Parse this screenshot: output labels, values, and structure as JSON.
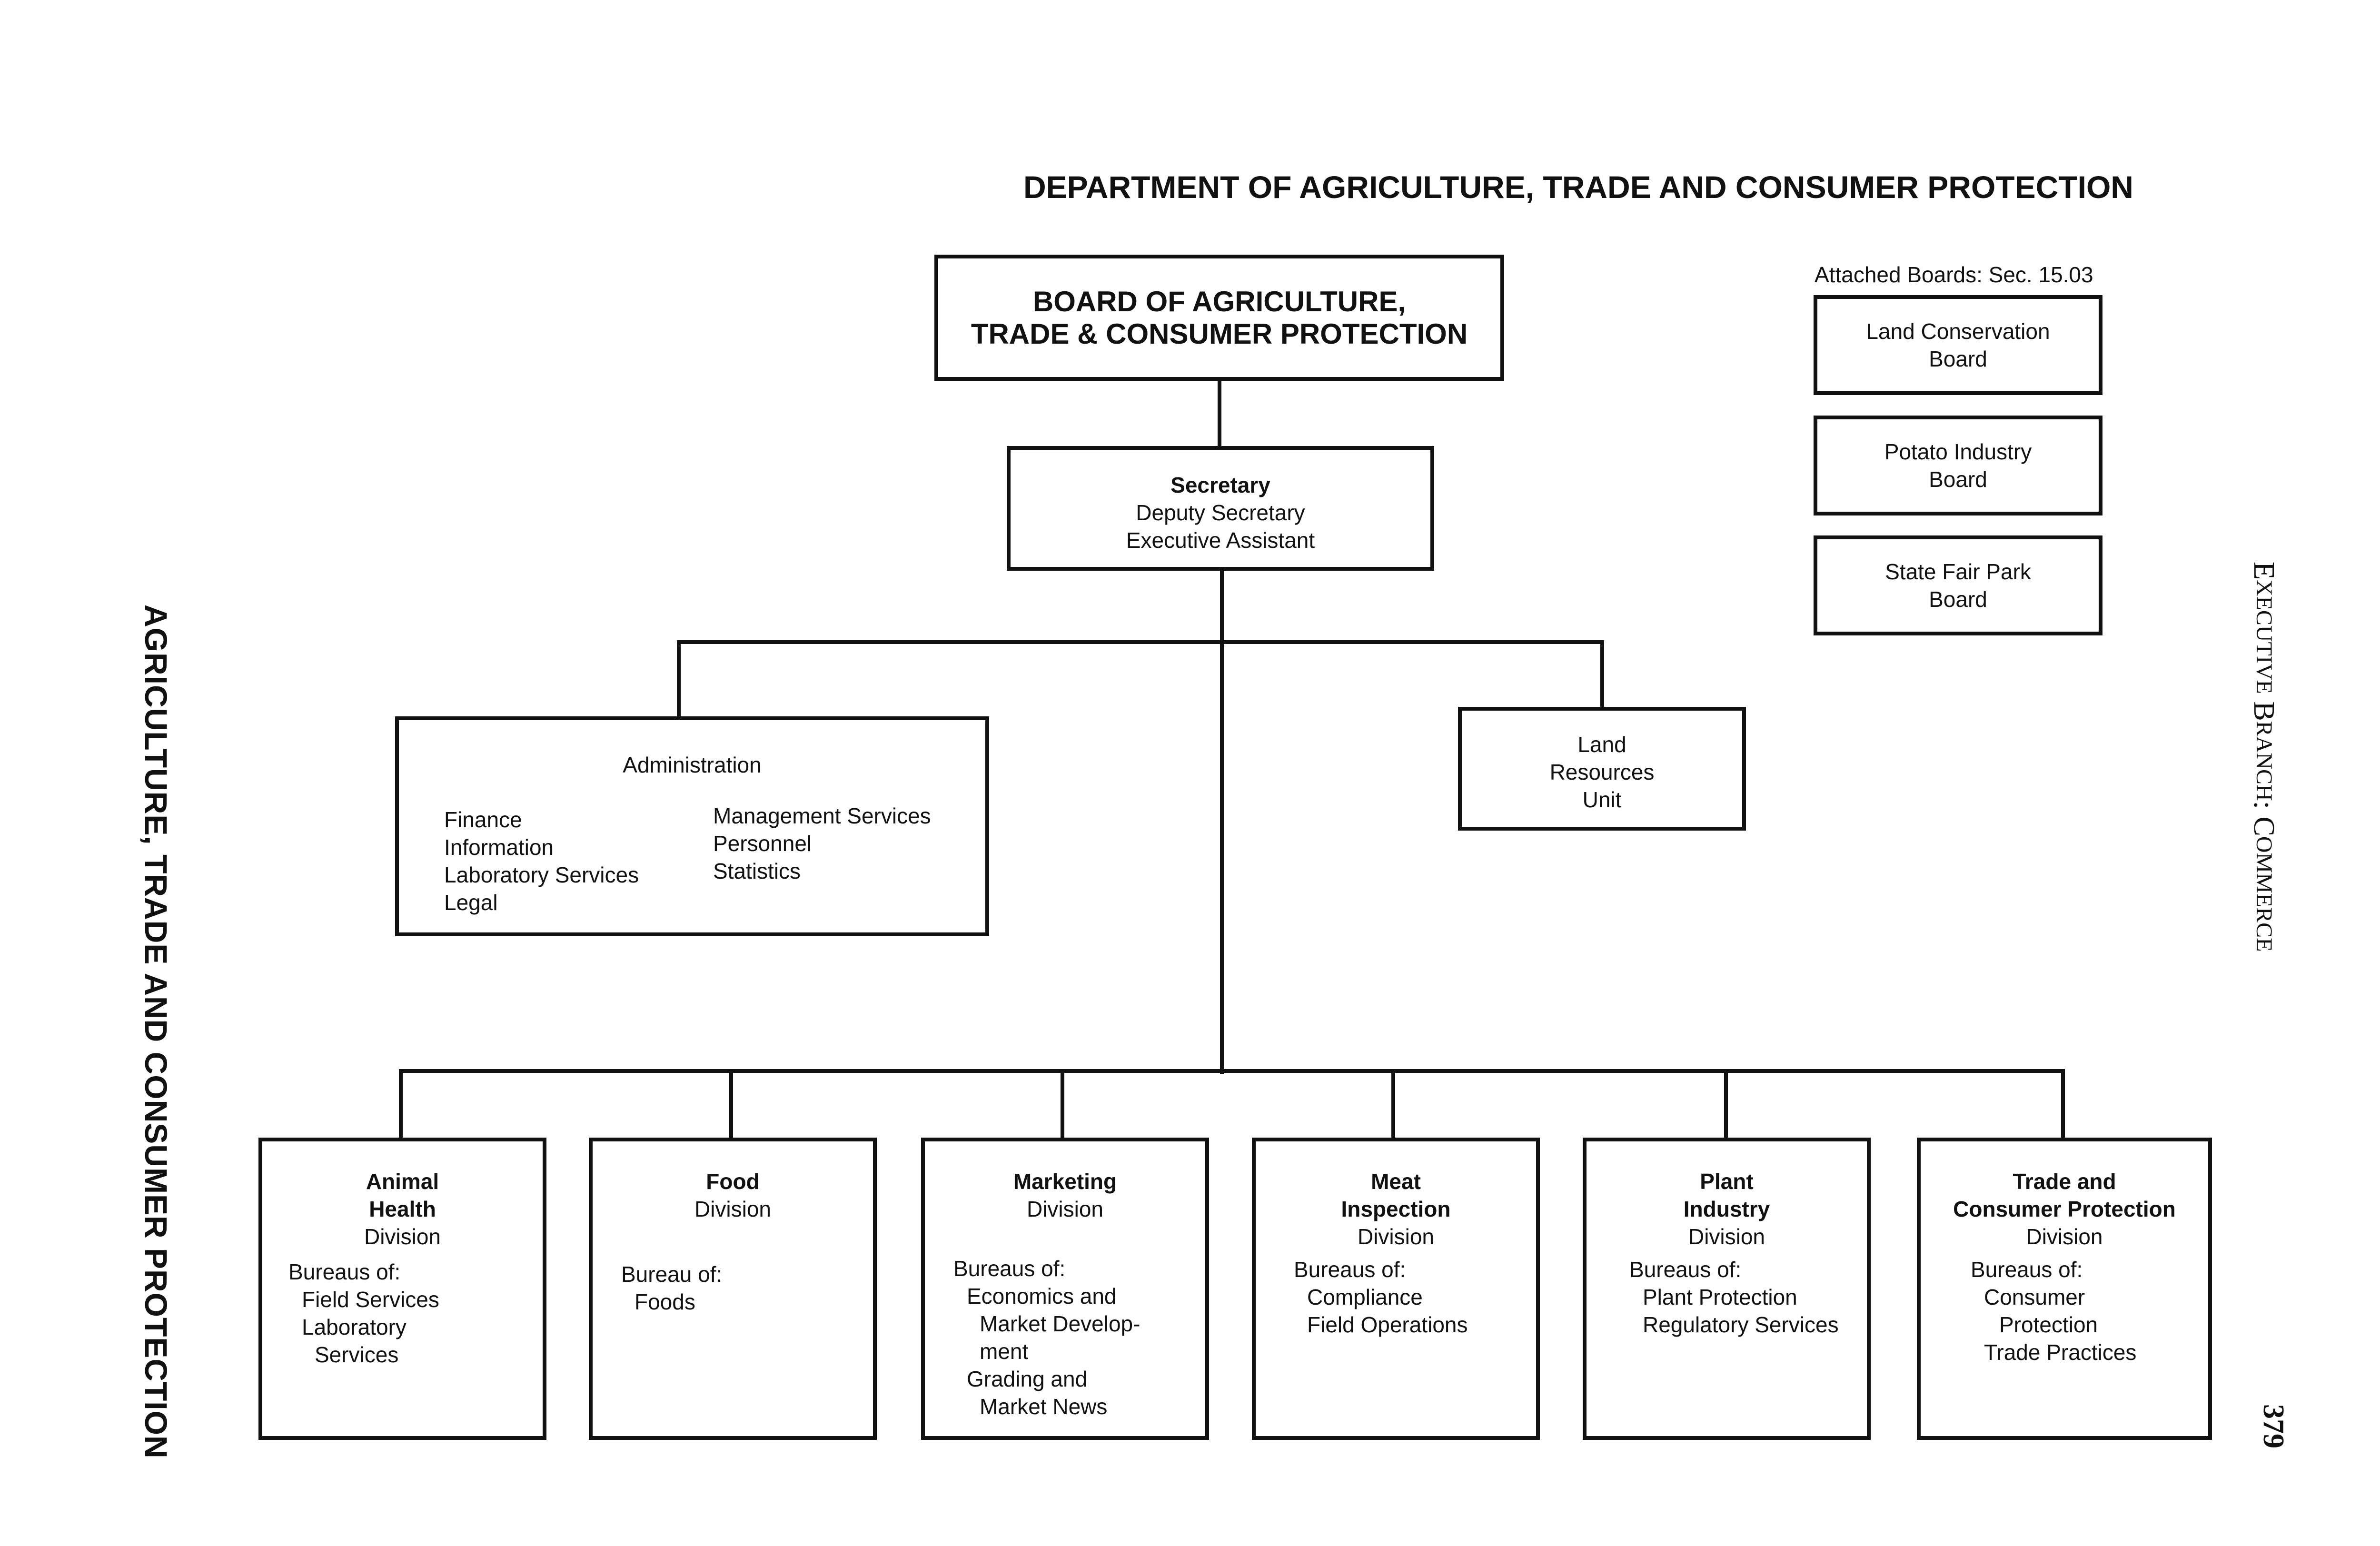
{
  "title": "DEPARTMENT OF AGRICULTURE, TRADE AND CONSUMER PROTECTION",
  "board": {
    "line1": "BOARD OF AGRICULTURE,",
    "line2": "TRADE & CONSUMER PROTECTION"
  },
  "secretary": {
    "title": "Secretary",
    "line2": "Deputy Secretary",
    "line3": "Executive Assistant"
  },
  "administration": {
    "title": "Administration",
    "col1": [
      "Finance",
      "Information",
      "Laboratory Services",
      "Legal"
    ],
    "col2": [
      "Management Services",
      "Personnel",
      "Statistics"
    ]
  },
  "land_resources": {
    "line1": "Land",
    "line2": "Resources",
    "line3": "Unit"
  },
  "attached": {
    "label": "Attached Boards: Sec. 15.03",
    "boards": [
      {
        "line1": "Land Conservation",
        "line2": "Board"
      },
      {
        "line1": "Potato Industry",
        "line2": "Board"
      },
      {
        "line1": "State Fair Park",
        "line2": "Board"
      }
    ]
  },
  "divisions": [
    {
      "name1": "Animal",
      "name2": "Health",
      "sub": "Division",
      "bureau_label": "Bureaus of:",
      "bureaus": [
        "Field Services",
        "Laboratory",
        "Services"
      ]
    },
    {
      "name1": "Food",
      "sub": "Division",
      "bureau_label": "Bureau of:",
      "bureaus": [
        "Foods"
      ]
    },
    {
      "name1": "Marketing",
      "sub": "Division",
      "bureau_label": "Bureaus of:",
      "bureaus": [
        "Economics and",
        "Market Develop-",
        "ment",
        "Grading and",
        "Market News"
      ]
    },
    {
      "name1": "Meat",
      "name2": "Inspection",
      "sub": "Division",
      "bureau_label": "Bureaus of:",
      "bureaus": [
        "Compliance",
        "Field Operations"
      ]
    },
    {
      "name1": "Plant",
      "name2": "Industry",
      "sub": "Division",
      "bureau_label": "Bureaus of:",
      "bureaus": [
        "Plant Protection",
        "Regulatory Services"
      ]
    },
    {
      "name1": "Trade and",
      "name2": "Consumer Protection",
      "sub": "Division",
      "bureau_label": "Bureaus of:",
      "bureaus": [
        "Consumer",
        "Protection",
        "Trade Practices"
      ]
    }
  ],
  "side_left": "AGRICULTURE, TRADE AND CONSUMER PROTECTION",
  "side_right": {
    "e": "E",
    "xecutive": "XECUTIVE",
    "b": " B",
    "ranch": "RANCH",
    "colon_c": ": C",
    "ommerce": "OMMERCE"
  },
  "page_number": "379"
}
